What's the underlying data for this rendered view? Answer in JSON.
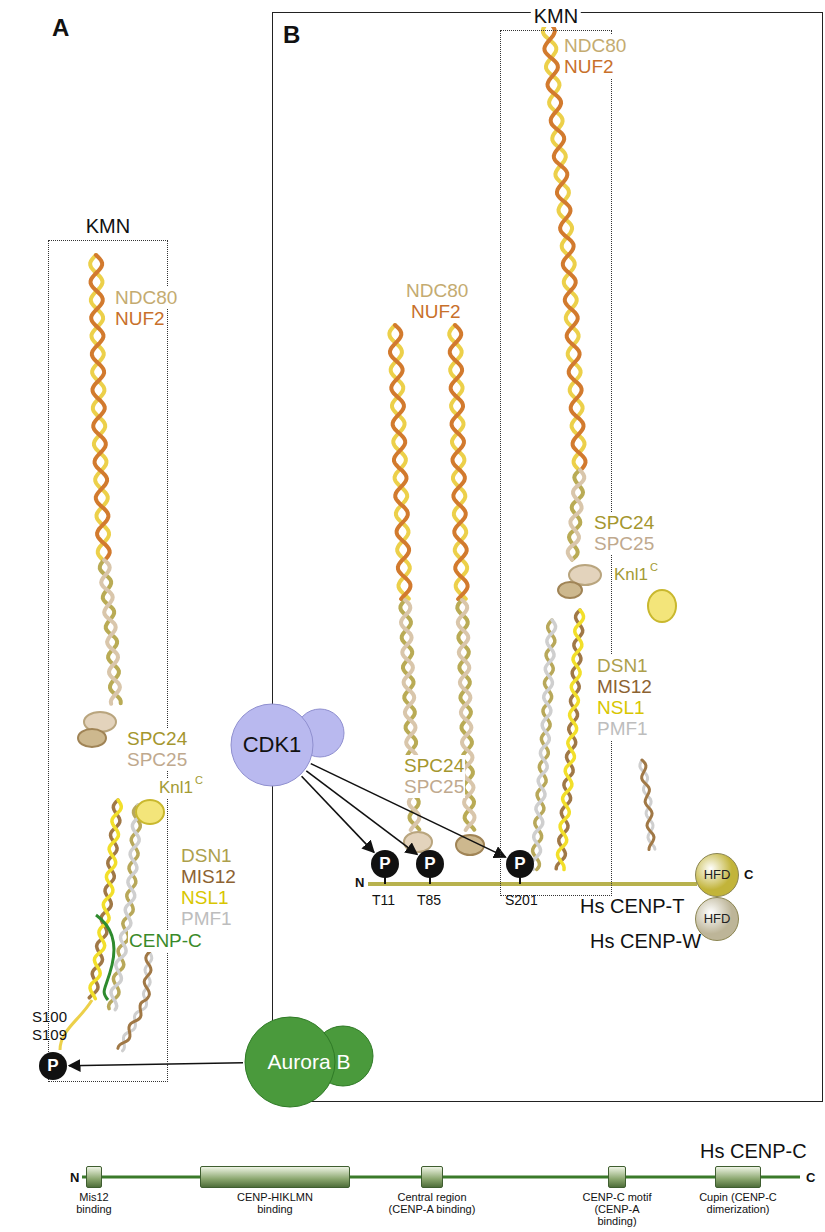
{
  "diagram": {
    "nodes": [
      {
        "text": [
          "B"
        ]
      },
      {
        "text": [
          "KMN"
        ]
      },
      {
        "text": [
          "KMN"
        ],
        "in": 0
      },
      {
        "text": [
          "CDK1"
        ]
      },
      {
        "text": [
          "Aurora B"
        ]
      },
      {
        "text": [
          "P"
        ]
      },
      {
        "text": [
          "P"
        ],
        "in": 0
      },
      {
        "text": [
          "P"
        ],
        "in": 0
      },
      {
        "text": [
          "P"
        ],
        "in": 2
      },
      {
        "text": [
          "HFD"
        ],
        "in": 0
      },
      {
        "text": [
          "HFD"
        ],
        "in": 0
      },
      {
        "text": [
          "Mis12 binding"
        ]
      },
      {
        "text": [
          "CENP-HIKLMN binding"
        ]
      },
      {
        "text": [
          "Central region (CENP-A binding)"
        ]
      },
      {
        "text": [
          "CENP-C motif (CENP-A binding)"
        ]
      },
      {
        "text": [
          "Cupin (CENP-C dimerization)"
        ]
      }
    ],
    "edges": [
      {
        "from": 4,
        "to": 5,
        "arrow": "to"
      },
      {
        "from": 3,
        "to": 6,
        "arrow": "to"
      },
      {
        "from": 3,
        "to": 7,
        "arrow": "to"
      },
      {
        "from": 3,
        "to": 8,
        "arrow": "to"
      }
    ],
    "labels": [
      "A",
      "NDC80",
      "NUF2",
      "SPC24",
      "SPC25",
      "Knl1",
      "C",
      "DSN1",
      "MIS12",
      "NSL1",
      "PMF1",
      "CENP-C",
      "S100",
      "S109",
      "NDC80",
      "NUF2",
      "SPC24",
      "SPC25",
      "NDC80",
      "NUF2",
      "SPC24",
      "SPC25",
      "Knl1",
      "C",
      "DSN1",
      "MIS12",
      "NSL1",
      "PMF1",
      "N",
      "T11",
      "T85",
      "S201",
      "Hs CENP-T",
      "C",
      "Hs CENP-W",
      "Hs CENP-C",
      "N",
      "C"
    ]
  }
}
